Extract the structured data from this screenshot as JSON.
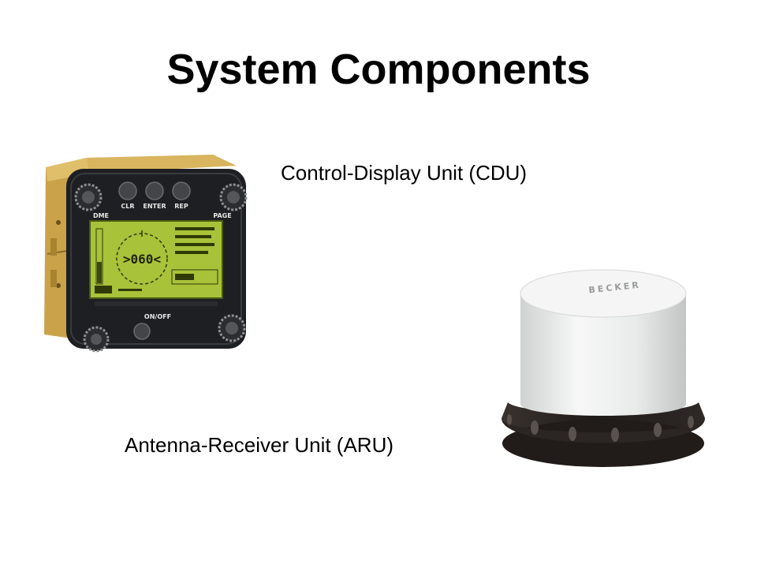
{
  "slide": {
    "title": "System Components",
    "components": [
      {
        "caption": "Control-Display Unit (CDU)",
        "device": {
          "keys": [
            "CLR",
            "ENTER",
            "REP"
          ],
          "knob_left": "DME",
          "knob_right": "PAGE",
          "power_label": "ON/OFF",
          "display_heading": ">060<"
        }
      },
      {
        "caption": "Antenna-Receiver Unit (ARU)",
        "device": {
          "brand": "BECKER"
        }
      }
    ]
  },
  "colors": {
    "case_gold": "#c9a24a",
    "bezel": "#1e1f22",
    "lcd": "#a8c23a",
    "dome": "#eef0ef",
    "base": "#2a2523"
  }
}
